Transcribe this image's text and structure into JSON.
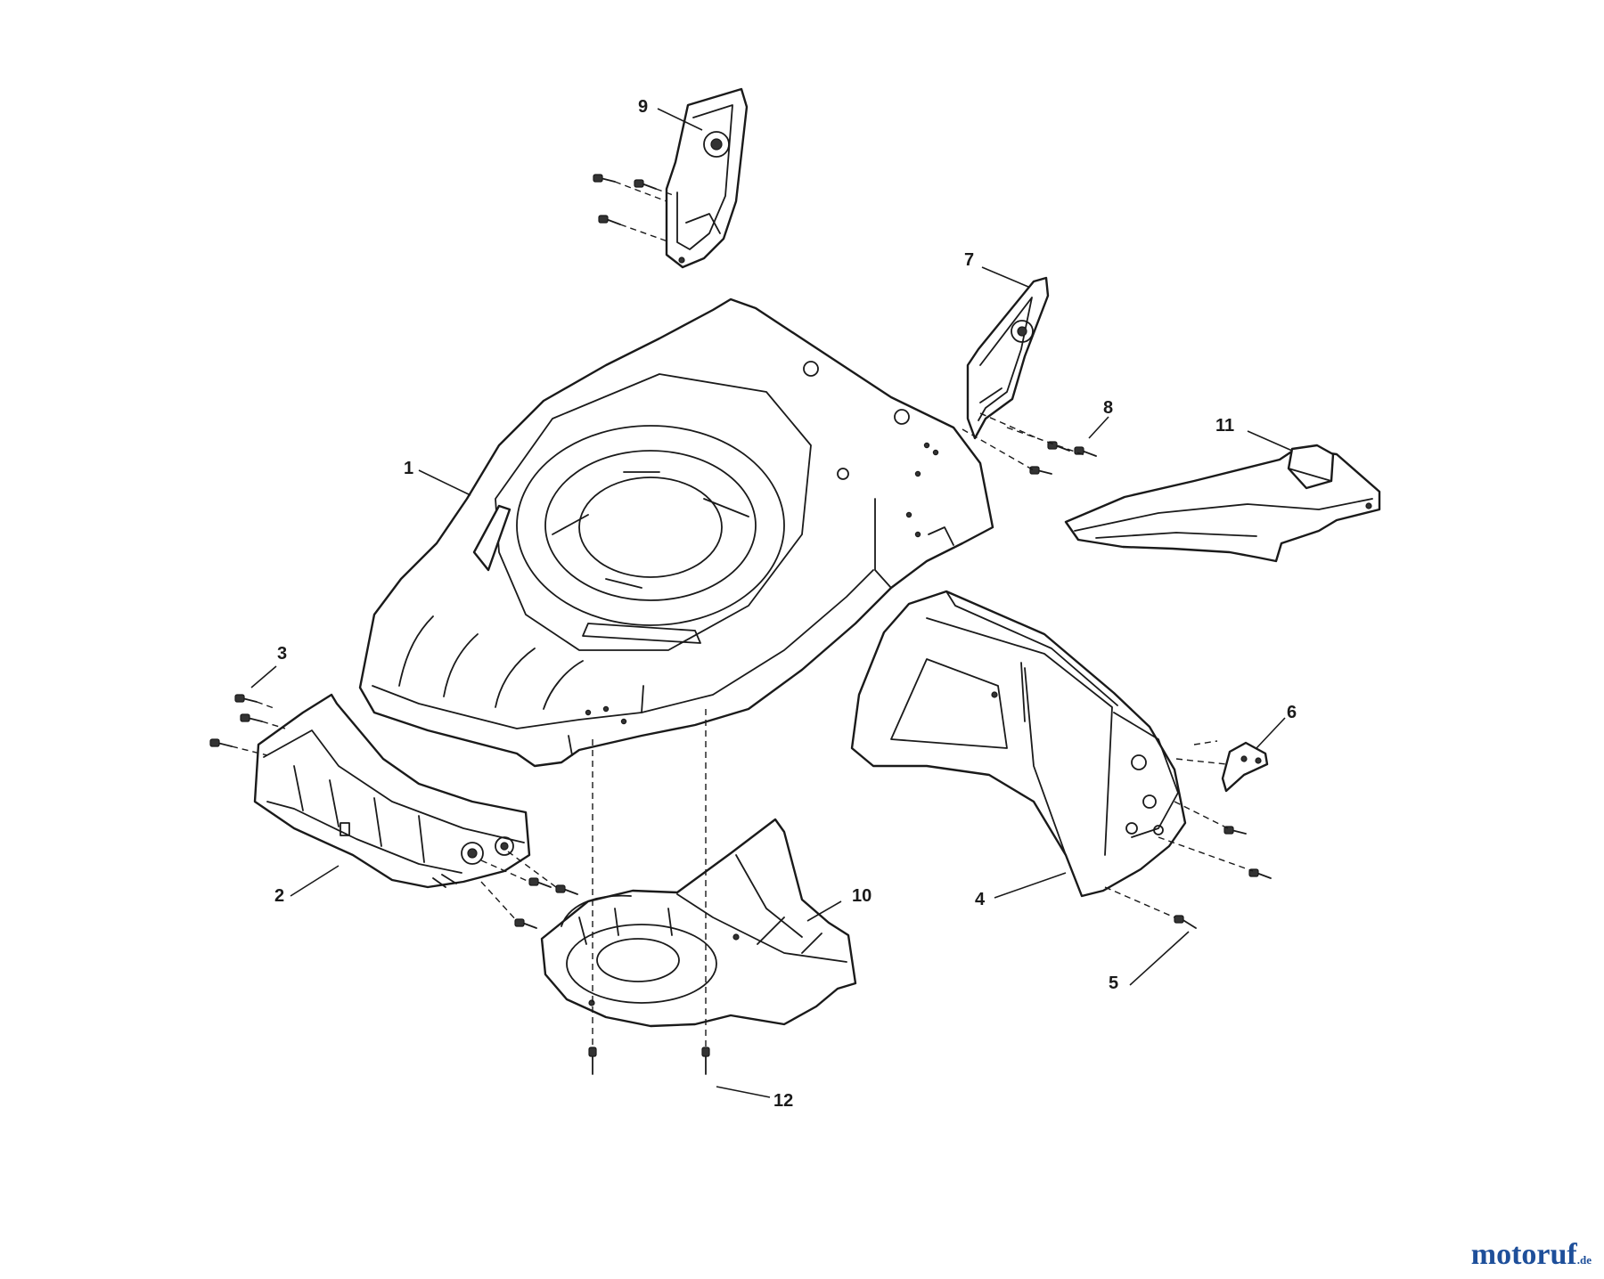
{
  "diagram": {
    "callouts": [
      "1",
      "2",
      "3",
      "4",
      "5",
      "6",
      "7",
      "8",
      "9",
      "10",
      "11",
      "12"
    ]
  },
  "watermark": {
    "brand": "motoruf",
    "tld": ".de"
  },
  "colors": {
    "line": "#1a1a1a",
    "background": "#ffffff",
    "brand": "#1e4f9a",
    "accent": "#e8ab1a"
  }
}
